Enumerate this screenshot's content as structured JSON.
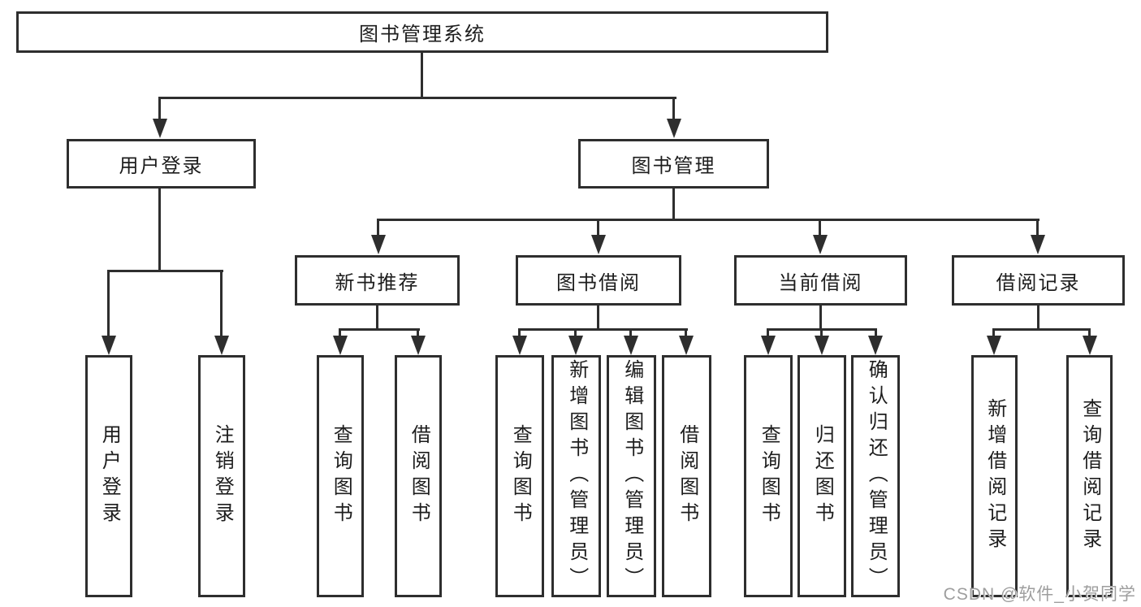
{
  "diagram": {
    "root": "图书管理系统",
    "branches": [
      {
        "label": "用户登录",
        "children": [
          {
            "label": "用户登录"
          },
          {
            "label": "注销登录"
          }
        ]
      },
      {
        "label": "图书管理",
        "children": [
          {
            "label": "新书推荐",
            "children": [
              {
                "label": "查询图书"
              },
              {
                "label": "借阅图书"
              }
            ]
          },
          {
            "label": "图书借阅",
            "children": [
              {
                "label": "查询图书"
              },
              {
                "label": "新增图书（管理员）"
              },
              {
                "label": "编辑图书（管理员）"
              },
              {
                "label": "借阅图书"
              }
            ]
          },
          {
            "label": "当前借阅",
            "children": [
              {
                "label": "查询图书"
              },
              {
                "label": "归还图书"
              },
              {
                "label": "确认归还（管理员）"
              }
            ]
          },
          {
            "label": "借阅记录",
            "children": [
              {
                "label": "新增借阅记录"
              },
              {
                "label": "查询借阅记录"
              }
            ]
          }
        ]
      }
    ]
  },
  "watermark": "CSDN @软件_小贺同学",
  "colors": {
    "line": "#2e2e2e",
    "text": "#1d1d1d",
    "bg": "#ffffff",
    "watermark": "#9e9e9e"
  }
}
